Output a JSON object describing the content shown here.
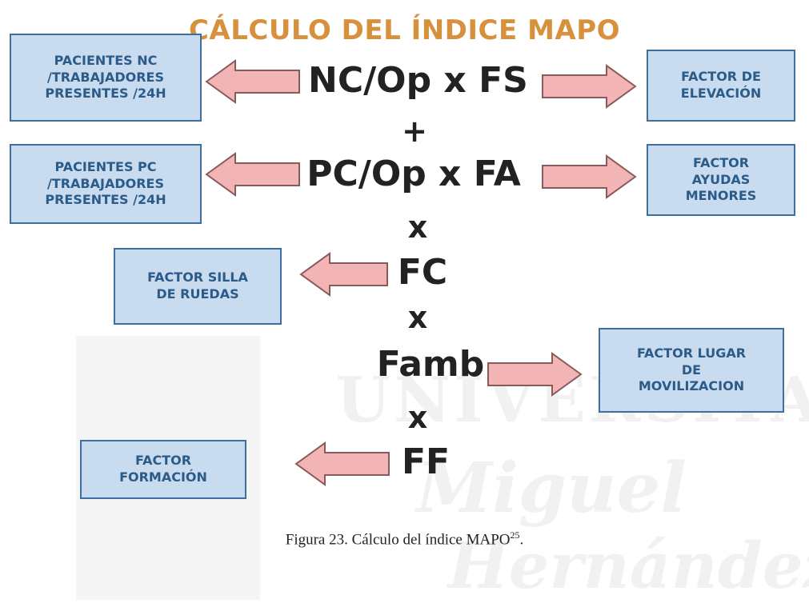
{
  "title": "CÁLCULO DEL ÍNDICE MAPO",
  "terms": {
    "t1": "NC/Op x FS",
    "op1": "+",
    "t2": "PC/Op x FA",
    "op2": "x",
    "t3": "FC",
    "op3": "x",
    "t4": "Famb",
    "op4": "x",
    "t5": "FF"
  },
  "boxes": {
    "nc": "PACIENTES NC\n/TRABAJADORES\nPRESENTES /24H",
    "elevacion": "FACTOR DE\nELEVACIÓN",
    "pc": "PACIENTES PC\n/TRABAJADORES\nPRESENTES /24H",
    "ayudas": "FACTOR\nAYUDAS\nMENORES",
    "silla": "FACTOR SILLA\nDE RUEDAS",
    "lugar": "FACTOR LUGAR\nDE\nMOVILIZACION",
    "formacion": "FACTOR\nFORMACIÓN"
  },
  "caption": {
    "text": "Figura 23. Cálculo del índice MAPO",
    "ref": "25",
    "end": "."
  },
  "watermark": {
    "line1": "UNIVERSITAS",
    "line2": "Miguel",
    "line3": "Hernández"
  },
  "colors": {
    "title": "#d7913c",
    "box_fill": "#c9dbef",
    "box_border": "#3f6f9f",
    "arrow_fill": "#f2b4b4",
    "arrow_stroke": "#8a5a5a"
  }
}
